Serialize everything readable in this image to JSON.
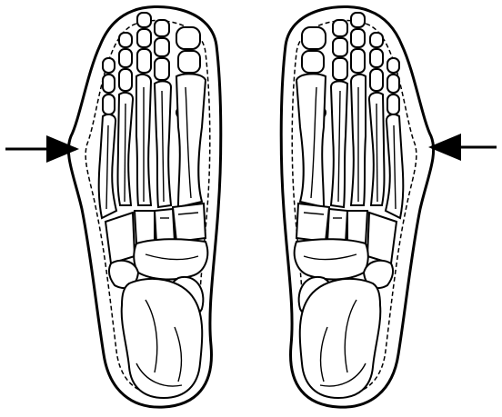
{
  "figure": {
    "panels": [
      {
        "side": "left",
        "arrow_pointing": "right"
      },
      {
        "side": "right",
        "arrow_pointing": "left"
      }
    ],
    "background_color": "#ffffff",
    "line_color": "#000000"
  }
}
